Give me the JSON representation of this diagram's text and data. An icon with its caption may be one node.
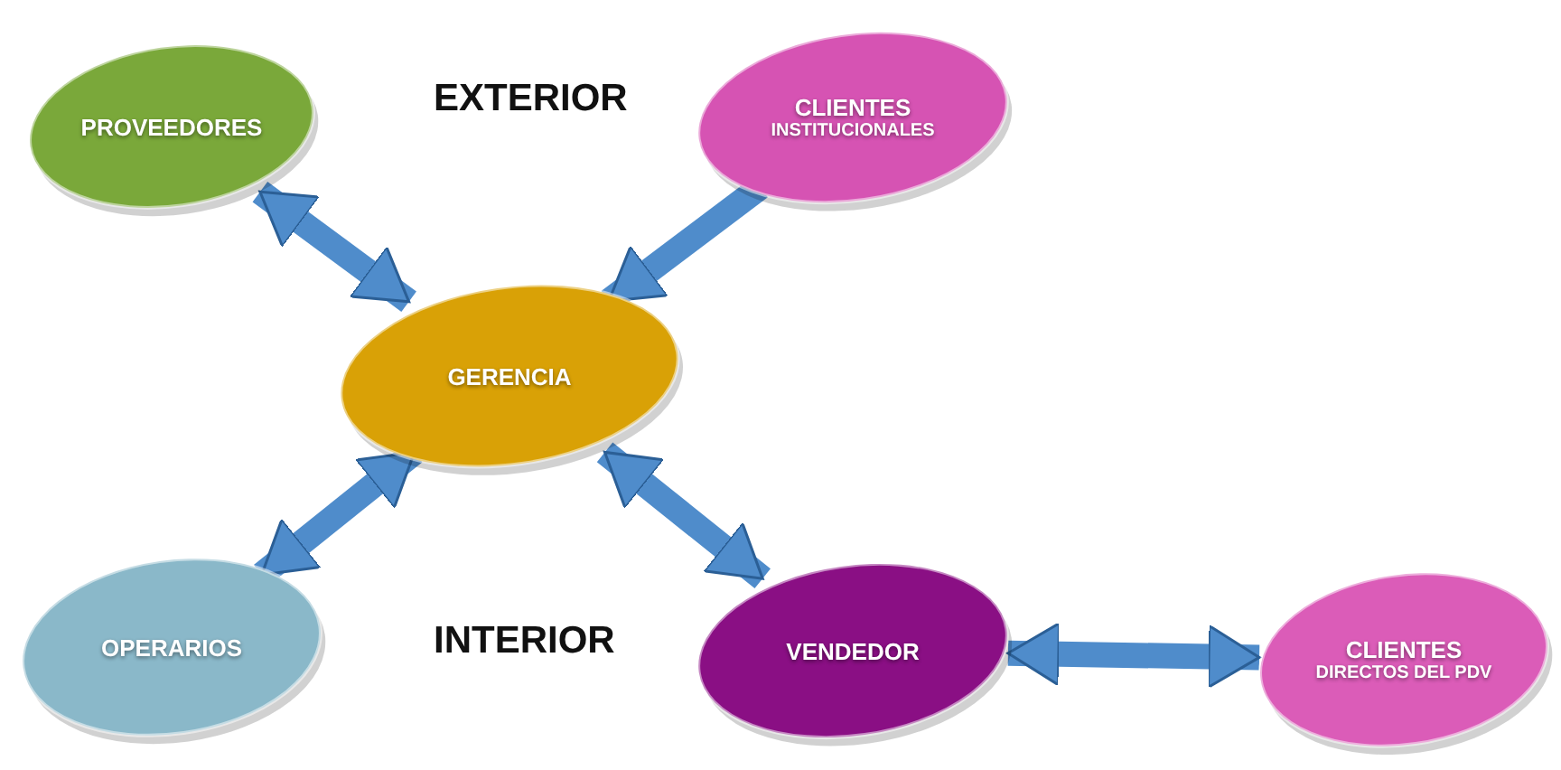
{
  "diagram": {
    "nodes": [
      {
        "text": [
          "PROVEEDORES"
        ]
      },
      {
        "text": [
          "CLIENTES",
          "INSTITUCIONALES"
        ]
      },
      {
        "text": [
          "GERENCIA"
        ]
      },
      {
        "text": [
          "OPERARIOS"
        ]
      },
      {
        "text": [
          "VENDEDOR"
        ]
      },
      {
        "text": [
          "CLIENTES",
          "DIRECTOS DEL PDV"
        ]
      }
    ],
    "edges": [
      {
        "from": 0,
        "to": 2,
        "arrow": "both"
      },
      {
        "from": 1,
        "to": 2,
        "arrow": "to"
      },
      {
        "from": 3,
        "to": 2,
        "arrow": "both"
      },
      {
        "from": 2,
        "to": 4,
        "arrow": "both"
      },
      {
        "from": 4,
        "to": 5,
        "arrow": "both"
      }
    ],
    "labels": [
      "EXTERIOR",
      "INTERIOR"
    ]
  }
}
